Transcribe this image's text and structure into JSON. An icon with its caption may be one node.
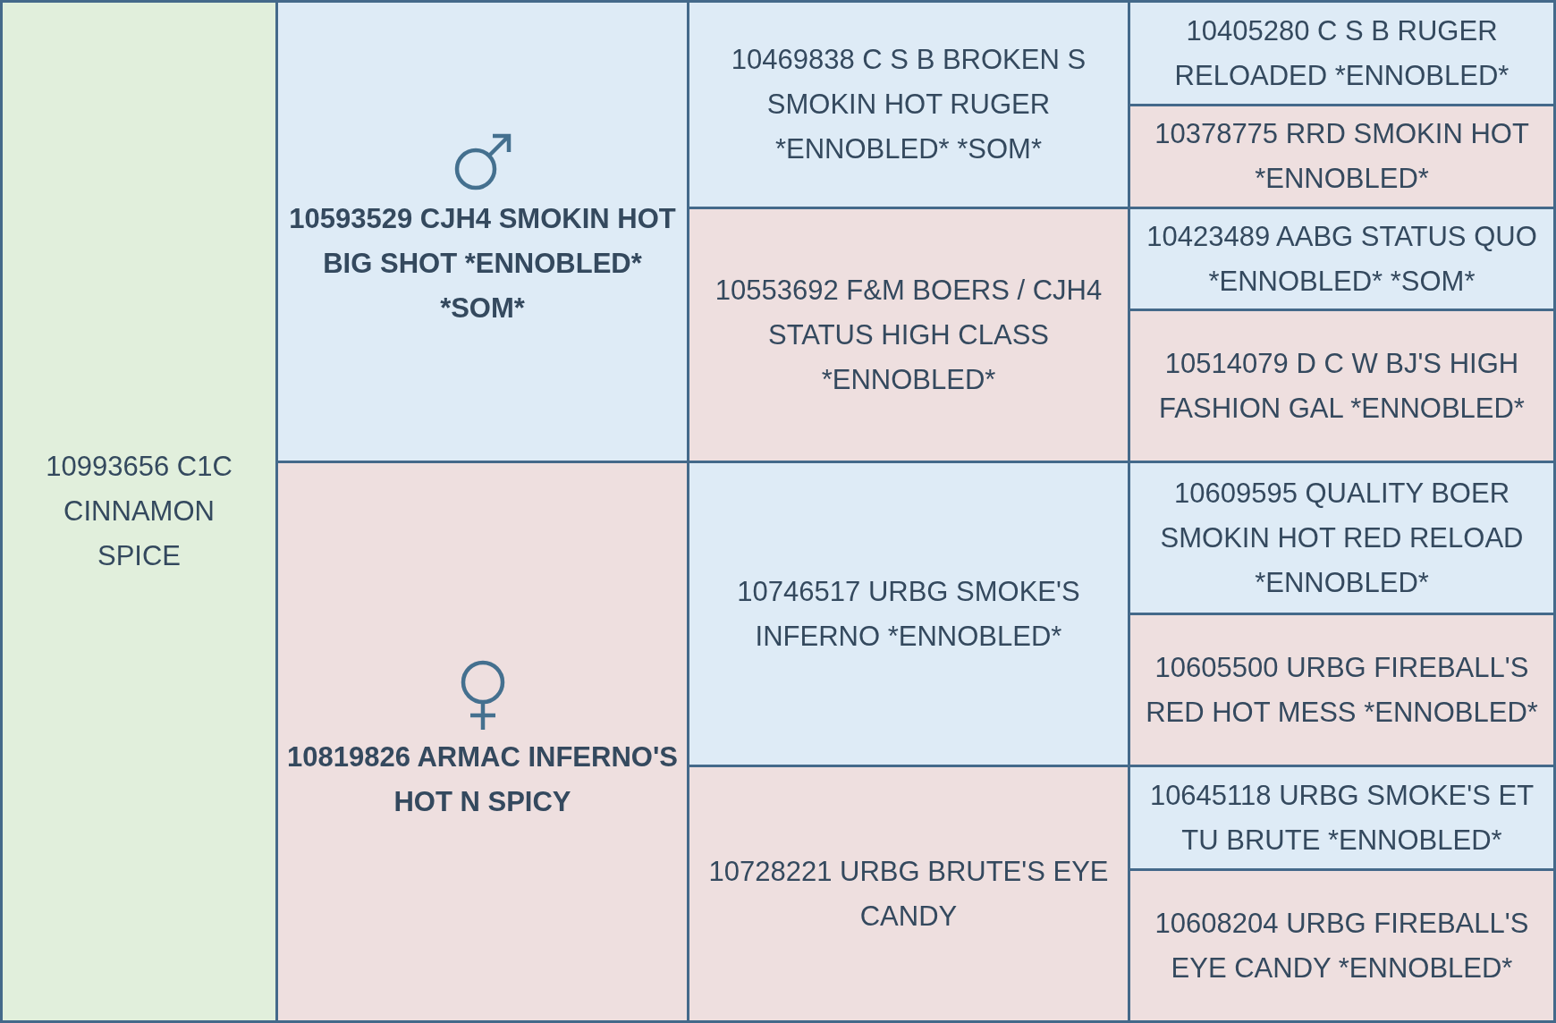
{
  "diagram": {
    "nodes": [
      {
        "text": [
          "10993656 C1C CINNAMON SPICE"
        ]
      },
      {
        "text": [
          "10593529 CJH4 SMOKIN HOT BIG SHOT *ENNOBLED* *SOM*"
        ]
      },
      {
        "text": [
          "10469838 C S B BROKEN S SMOKIN HOT RUGER *ENNOBLED* *SOM*"
        ]
      },
      {
        "text": [
          "10405280 C S B RUGER RELOADED *ENNOBLED*"
        ]
      },
      {
        "text": [
          "10378775 RRD SMOKIN HOT *ENNOBLED*"
        ]
      },
      {
        "text": [
          "10553692 F&M BOERS / CJH4 STATUS HIGH CLASS *ENNOBLED*"
        ]
      },
      {
        "text": [
          "10423489 AABG STATUS QUO *ENNOBLED* *SOM*"
        ]
      },
      {
        "text": [
          "10514079 D C W BJ'S HIGH FASHION GAL *ENNOBLED*"
        ]
      },
      {
        "text": [
          "10819826 ARMAC INFERNO'S HOT N SPICY"
        ]
      },
      {
        "text": [
          "10746517 URBG SMOKE'S INFERNO *ENNOBLED*"
        ]
      },
      {
        "text": [
          "10609595 QUALITY BOER SMOKIN HOT RED RELOAD *ENNOBLED*"
        ]
      },
      {
        "text": [
          "10605500 URBG FIREBALL'S RED HOT MESS *ENNOBLED*"
        ]
      },
      {
        "text": [
          "10728221 URBG BRUTE'S EYE CANDY"
        ]
      },
      {
        "text": [
          "10645118 URBG SMOKE'S ET TU BRUTE *ENNOBLED*"
        ]
      },
      {
        "text": [
          "10608204 URBG FIREBALL'S EYE CANDY *ENNOBLED*"
        ]
      }
    ]
  }
}
